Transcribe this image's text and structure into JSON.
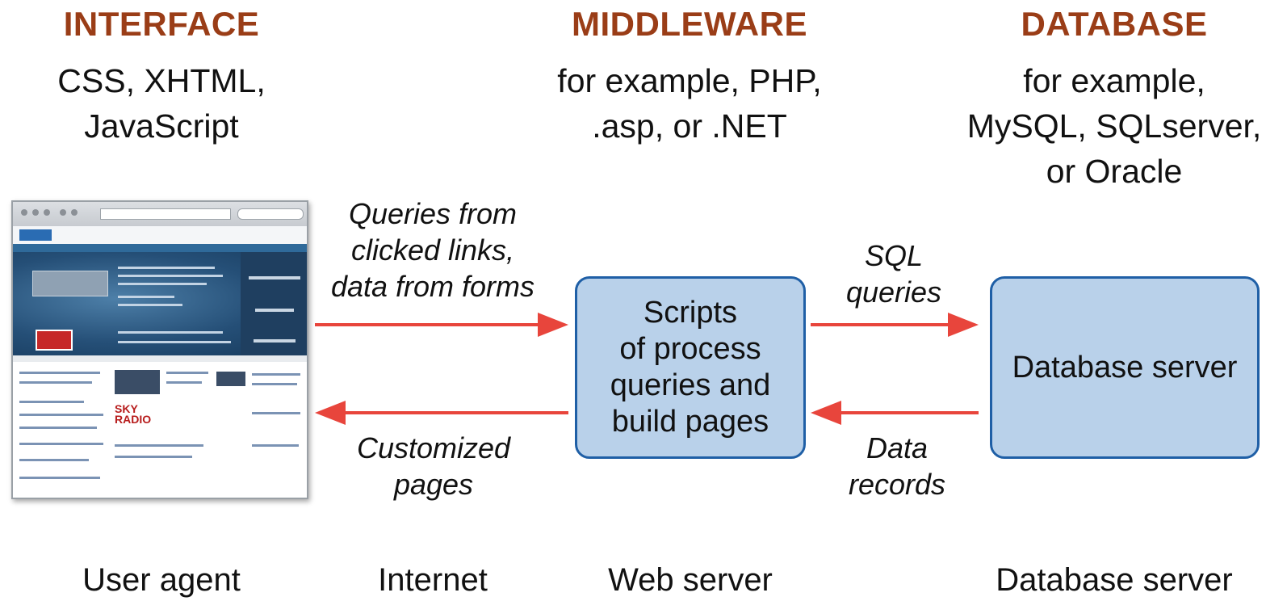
{
  "colors": {
    "heading": "#9a3d17",
    "arrow": "#e8453c",
    "box_fill": "#b9d1ea",
    "box_border": "#1f5fa6",
    "text": "#111111"
  },
  "columns": {
    "interface": {
      "heading": "INTERFACE",
      "line1": "CSS, XHTML,",
      "line2": "JavaScript"
    },
    "middleware": {
      "heading": "MIDDLEWARE",
      "line1": "for example, PHP,",
      "line2": ".asp, or .NET"
    },
    "database": {
      "heading": "DATABASE",
      "line1": "for example,",
      "line2": "MySQL, SQLserver,",
      "line3": "or Oracle"
    }
  },
  "arrows": {
    "queries": {
      "line1": "Queries from",
      "line2": "clicked links,",
      "line3": "data from forms"
    },
    "customized": {
      "line1": "Customized",
      "line2": "pages"
    },
    "sql": {
      "line1": "SQL",
      "line2": "queries"
    },
    "records": {
      "line1": "Data",
      "line2": "records"
    }
  },
  "boxes": {
    "scripts": {
      "line1": "Scripts",
      "line2": "of process",
      "line3": "queries and",
      "line4": "build pages"
    },
    "database": {
      "label": "Database server"
    }
  },
  "bottom": {
    "user_agent": "User agent",
    "internet": "Internet",
    "web_server": "Web server",
    "database_server": "Database server"
  },
  "icons": {
    "browser": "browser-screenshot-icon"
  }
}
